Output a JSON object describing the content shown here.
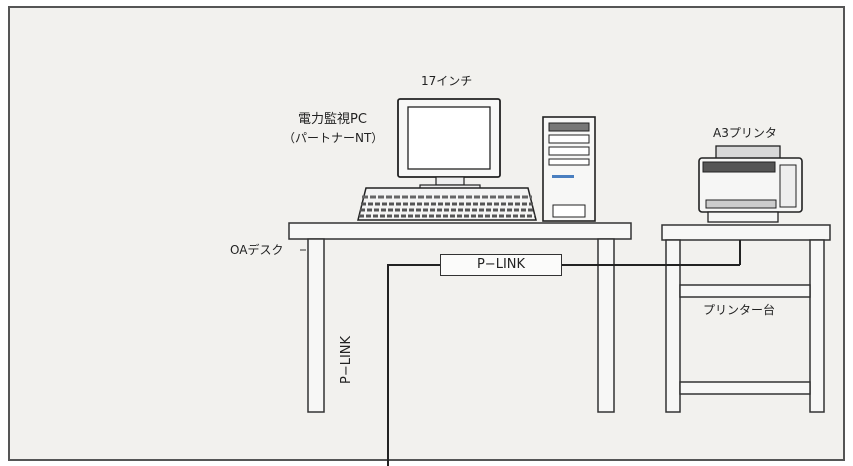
{
  "labels": {
    "monitor": "17インチ",
    "pc_line1": "電力監視PC",
    "pc_line2": "（パートナーNT）",
    "printer": "A3プリンタ",
    "desk": "OAデスク",
    "plink_horizontal": "P−LINK",
    "plink_vertical": "P−LINK",
    "printer_stand": "プリンター台"
  }
}
